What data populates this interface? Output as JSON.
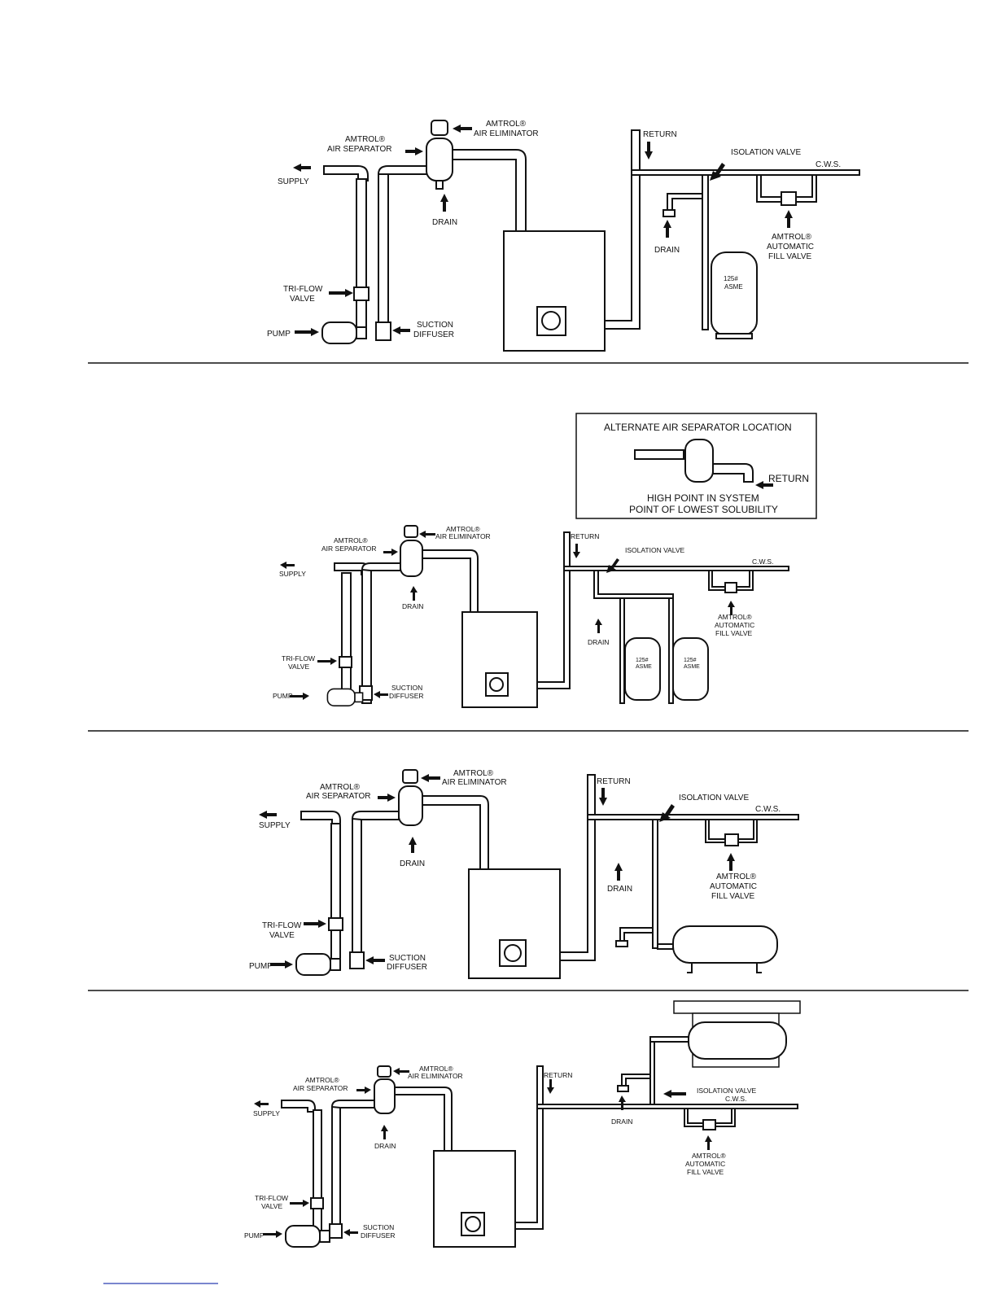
{
  "colors": {
    "ink": "#111111",
    "background": "#ffffff",
    "link": "#2b3fb0"
  },
  "inset": {
    "title": "ALTERNATE AIR SEPARATOR LOCATION",
    "return_label": "RETURN",
    "note_line1": "HIGH POINT IN SYSTEM",
    "note_line2": "POINT OF LOWEST SOLUBILITY"
  },
  "diagrams": [
    {
      "supply": "SUPPLY",
      "air_separator": [
        "AMTROL®",
        "AIR SEPARATOR"
      ],
      "air_eliminator": [
        "AMTROL®",
        "AIR ELIMINATOR"
      ],
      "drain_top": "DRAIN",
      "return": "RETURN",
      "isolation_valve": "ISOLATION VALVE",
      "cws": "C.W.S.",
      "drain_side": "DRAIN",
      "fill_valve": [
        "AMTROL®",
        "AUTOMATIC",
        "FILL VALVE"
      ],
      "tri_flow": [
        "TRI-FLOW",
        "VALVE"
      ],
      "pump": "PUMP",
      "suction_diffuser": [
        "SUCTION",
        "DIFFUSER"
      ],
      "tanks": [
        [
          "125#",
          "ASME"
        ]
      ]
    },
    {
      "supply": "SUPPLY",
      "air_separator": [
        "AMTROL®",
        "AIR SEPARATOR"
      ],
      "air_eliminator": [
        "AMTROL®",
        "AIR ELIMINATOR"
      ],
      "drain_top": "DRAIN",
      "return": "RETURN",
      "isolation_valve": "ISOLATION VALVE",
      "cws": "C.W.S.",
      "drain_side": "DRAIN",
      "fill_valve": [
        "AMTROL®",
        "AUTOMATIC",
        "FILL VALVE"
      ],
      "tri_flow": [
        "TRI-FLOW",
        "VALVE"
      ],
      "pump": "PUMP",
      "suction_diffuser": [
        "SUCTION",
        "DIFFUSER"
      ],
      "tanks": [
        [
          "125#",
          "ASME"
        ],
        [
          "125#",
          "ASME"
        ]
      ]
    },
    {
      "supply": "SUPPLY",
      "air_separator": [
        "AMTROL®",
        "AIR SEPARATOR"
      ],
      "air_eliminator": [
        "AMTROL®",
        "AIR ELIMINATOR"
      ],
      "drain_top": "DRAIN",
      "return": "RETURN",
      "isolation_valve": "ISOLATION VALVE",
      "cws": "C.W.S.",
      "drain_side": "DRAIN",
      "fill_valve": [
        "AMTROL®",
        "AUTOMATIC",
        "FILL VALVE"
      ],
      "tri_flow": [
        "TRI-FLOW",
        "VALVE"
      ],
      "pump": "PUMP",
      "suction_diffuser": [
        "SUCTION",
        "DIFFUSER"
      ],
      "tanks": []
    },
    {
      "supply": "SUPPLY",
      "air_separator": [
        "AMTROL®",
        "AIR SEPARATOR"
      ],
      "air_eliminator": [
        "AMTROL®",
        "AIR ELIMINATOR"
      ],
      "drain_top": "DRAIN",
      "return": "RETURN",
      "isolation_valve": "ISOLATION VALVE",
      "cws": "C.W.S.",
      "drain_side": "DRAIN",
      "fill_valve": [
        "AMTROL®",
        "AUTOMATIC",
        "FILL VALVE"
      ],
      "tri_flow": [
        "TRI-FLOW",
        "VALVE"
      ],
      "pump": "PUMP",
      "suction_diffuser": [
        "SUCTION",
        "DIFFUSER"
      ],
      "tanks": []
    }
  ]
}
